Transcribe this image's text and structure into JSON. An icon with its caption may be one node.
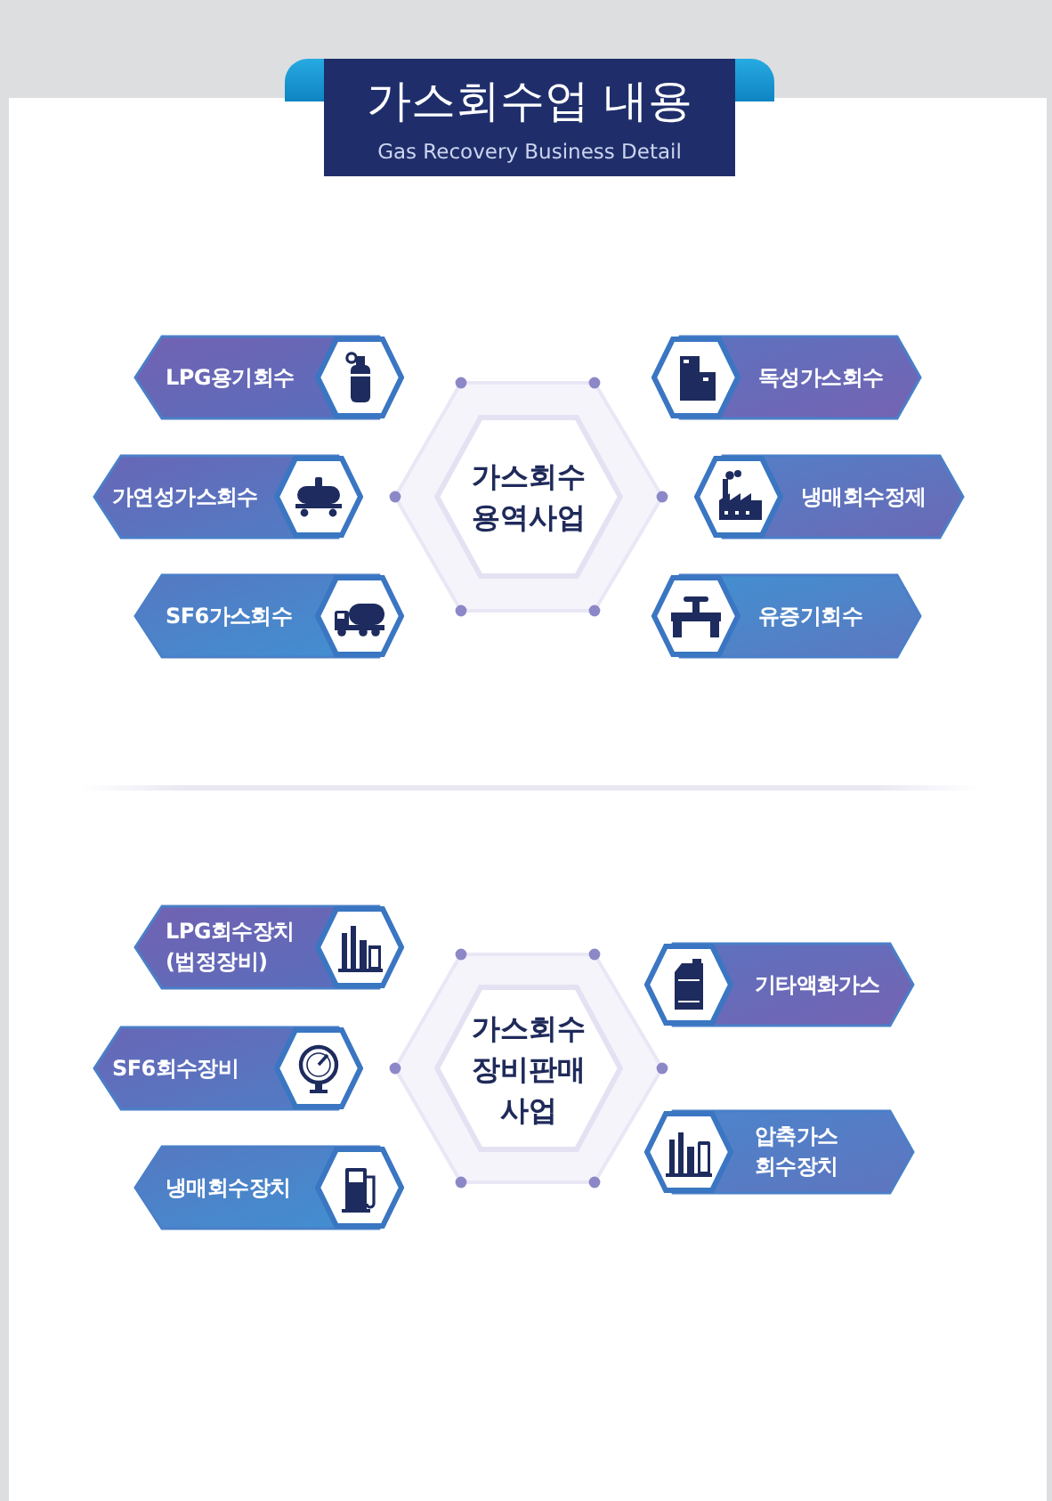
{
  "diagram": {
    "title": "가스회수업 내용",
    "nodes": [
      {
        "text": [
          "LPG용기회수"
        ]
      },
      {
        "text": [
          "독성가스회수"
        ]
      },
      {
        "text": [
          "가연성가스회수"
        ]
      },
      {
        "text": [
          "가스회수 용역사업"
        ]
      },
      {
        "text": [
          "냉매회수정제"
        ]
      },
      {
        "text": [
          "SF6가스회수"
        ]
      },
      {
        "text": [
          "유증기회수"
        ]
      },
      {
        "text": [
          "LPG회수장치 (법정장비)"
        ]
      },
      {
        "text": [
          "기타액화가스"
        ]
      },
      {
        "text": [
          "SF6회수장비"
        ]
      },
      {
        "text": [
          "가스회수 장비판매 사업"
        ]
      },
      {
        "text": [
          "냉매회수장치"
        ]
      },
      {
        "text": [
          "압축가스 회수장치"
        ]
      }
    ],
    "labels": [
      "Gas Recovery Business Detail"
    ]
  }
}
